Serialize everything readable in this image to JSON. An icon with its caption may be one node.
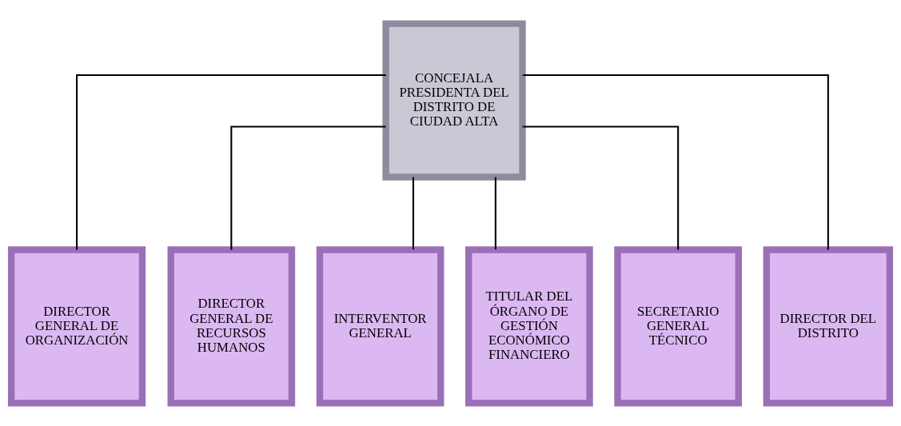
{
  "diagram": {
    "nodes": [
      {
        "text": [
          "CONCEJALA PRESIDENTA DEL DISTRITO DE CIUDAD ALTA"
        ]
      },
      {
        "text": [
          "DIRECTOR GENERAL DE ORGANIZACIÓN"
        ]
      },
      {
        "text": [
          "DIRECTOR GENERAL DE RECURSOS HUMANOS"
        ]
      },
      {
        "text": [
          "INTERVENTOR GENERAL"
        ]
      },
      {
        "text": [
          "TITULAR DEL ÓRGANO DE GESTIÓN ECONÓMICO FINANCIERO"
        ]
      },
      {
        "text": [
          "SECRETARIO GENERAL TÉCNICO"
        ]
      },
      {
        "text": [
          "DIRECTOR DEL DISTRITO"
        ]
      }
    ],
    "edges": [
      {
        "from": 0,
        "to": 1,
        "arrow": "none"
      },
      {
        "from": 0,
        "to": 2,
        "arrow": "none"
      },
      {
        "from": 0,
        "to": 3,
        "arrow": "none"
      },
      {
        "from": 0,
        "to": 4,
        "arrow": "none"
      },
      {
        "from": 0,
        "to": 5,
        "arrow": "none"
      },
      {
        "from": 0,
        "to": 6,
        "arrow": "none"
      }
    ]
  }
}
